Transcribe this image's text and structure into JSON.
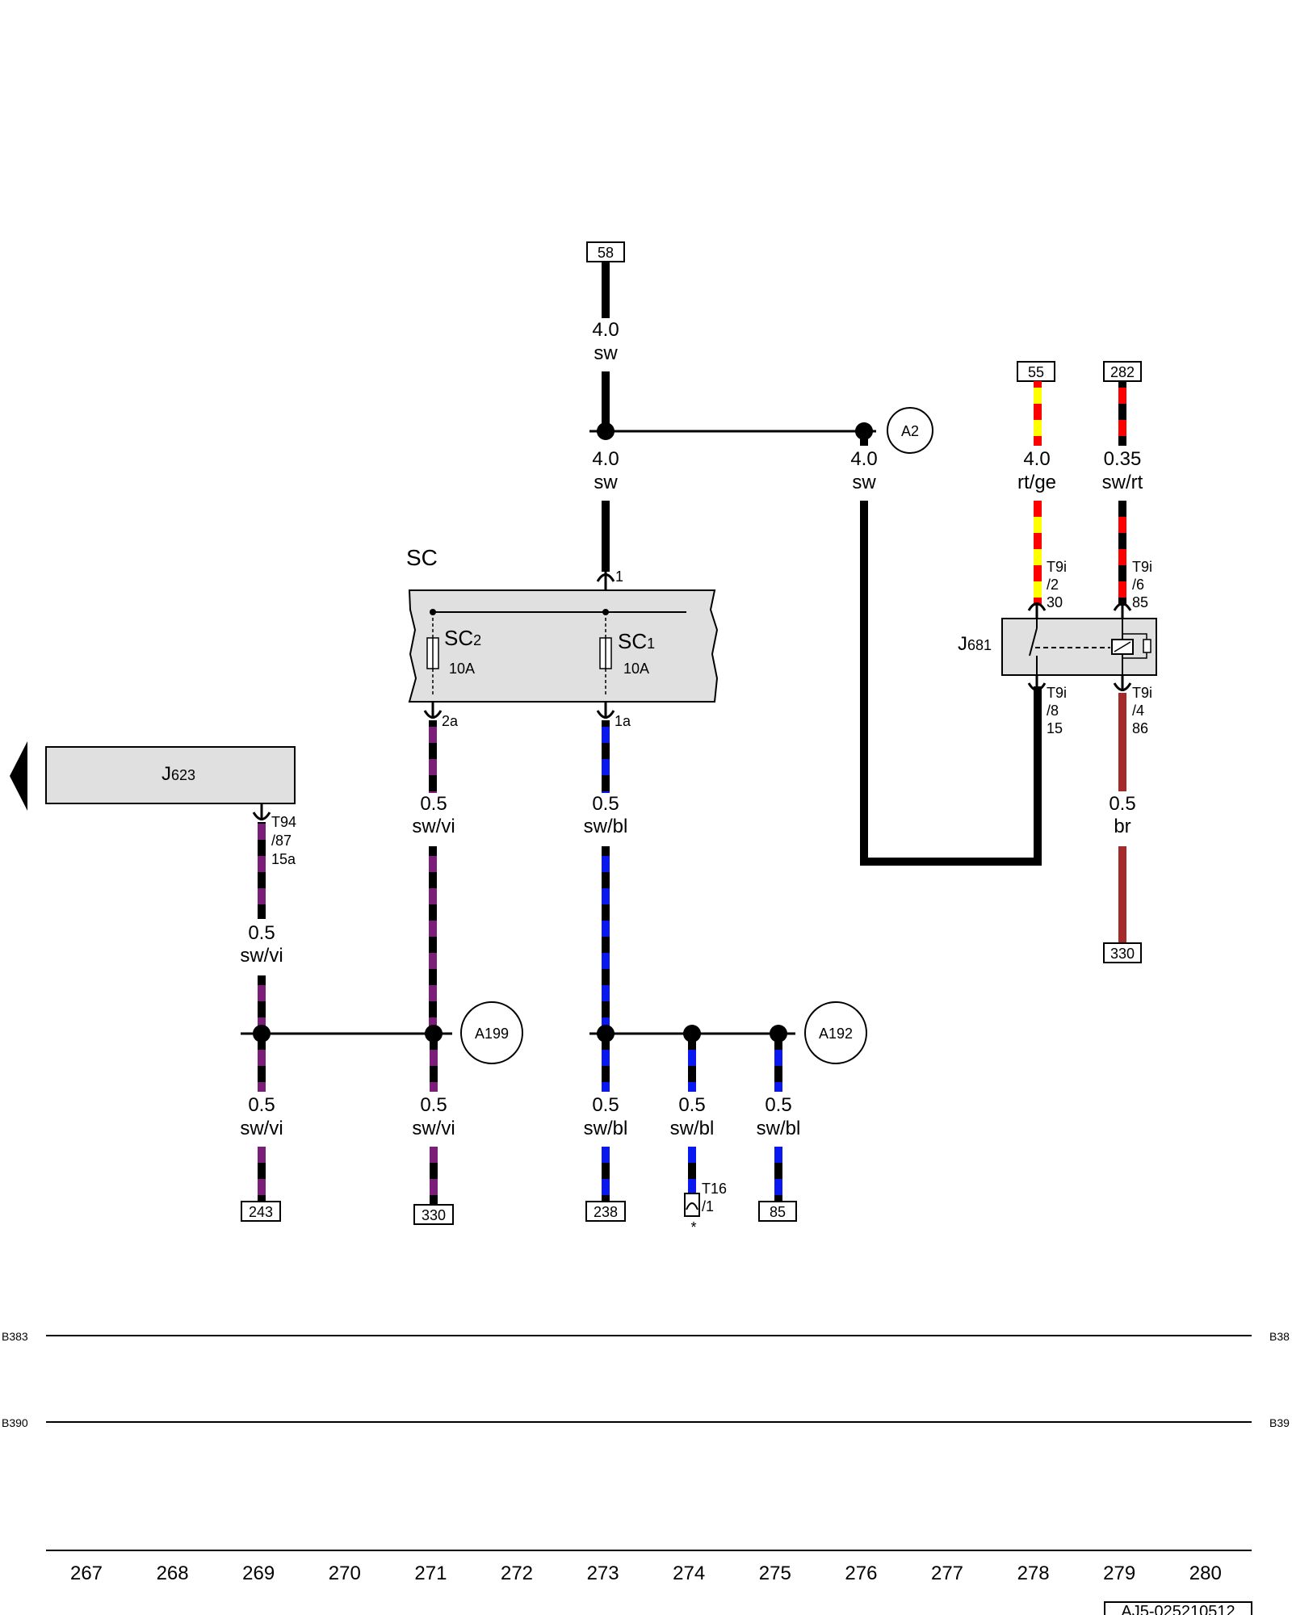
{
  "top_refs": {
    "ref_58": "58",
    "ref_55": "55",
    "ref_282": "282"
  },
  "wires": {
    "w58_a_size": "4.0",
    "w58_a_color": "sw",
    "w58_b_size": "4.0",
    "w58_b_color": "sw",
    "wA2_size": "4.0",
    "wA2_color": "sw",
    "w55_size": "4.0",
    "w55_color": "rt/ge",
    "w282_size": "0.35",
    "w282_color": "sw/rt",
    "wSC2_size": "0.5",
    "wSC2_color": "sw/vi",
    "wSC1_size": "0.5",
    "wSC1_color": "sw/bl",
    "wJ623_size": "0.5",
    "wJ623_color": "sw/vi",
    "wJ681_size": "0.5",
    "wJ681_color": "br",
    "b269_size": "0.5",
    "b269_color": "sw/vi",
    "b271_size": "0.5",
    "b271_color": "sw/vi",
    "b273_size": "0.5",
    "b273_color": "sw/bl",
    "b274_size": "0.5",
    "b274_color": "sw/bl",
    "b275_size": "0.5",
    "b275_color": "sw/bl"
  },
  "components": {
    "sc_label": "SC",
    "sc2_main": "SC",
    "sc2_sub": "2",
    "sc2_rating": "10A",
    "sc1_main": "SC",
    "sc1_sub": "1",
    "sc1_rating": "10A",
    "sc_pin_in": "1",
    "sc2_pin_out": "2a",
    "sc1_pin_out": "1a",
    "j623_main": "J",
    "j623_sub": "623",
    "j623_pin_l1": "T94",
    "j623_pin_l2": "/87",
    "j623_pin_l3": "15a",
    "j681_main": "J",
    "j681_sub": "681",
    "j681_p1_l1": "T9i",
    "j681_p1_l2": "/2",
    "j681_p1_l3": "30",
    "j681_p2_l1": "T9i",
    "j681_p2_l2": "/6",
    "j681_p2_l3": "85",
    "j681_p3_l1": "T9i",
    "j681_p3_l2": "/8",
    "j681_p3_l3": "15",
    "j681_p4_l1": "T9i",
    "j681_p4_l2": "/4",
    "j681_p4_l3": "86"
  },
  "connections": {
    "a2": "A2",
    "a199": "A199",
    "a192": "A192",
    "t16_l1": "T16",
    "t16_l2": "/1",
    "t16_mark": "*"
  },
  "bottom_refs": {
    "ref_243": "243",
    "ref_330a": "330",
    "ref_238": "238",
    "ref_85": "85",
    "ref_330b": "330"
  },
  "bus_lines": {
    "b383_left": "B383",
    "b383_right": "B38",
    "b390_left": "B390",
    "b390_right": "B39"
  },
  "ruler": [
    "267",
    "268",
    "269",
    "270",
    "271",
    "272",
    "273",
    "274",
    "275",
    "276",
    "277",
    "278",
    "279",
    "280"
  ],
  "doc_id": "AJ5-025210512",
  "colors": {
    "sw": "#000000",
    "vi": "#7b1e7a",
    "bl": "#0a18f0",
    "rt": "#ff0000",
    "ge": "#ffff00",
    "br": "#a52a2a",
    "component_fill": "#e0e0e0"
  }
}
